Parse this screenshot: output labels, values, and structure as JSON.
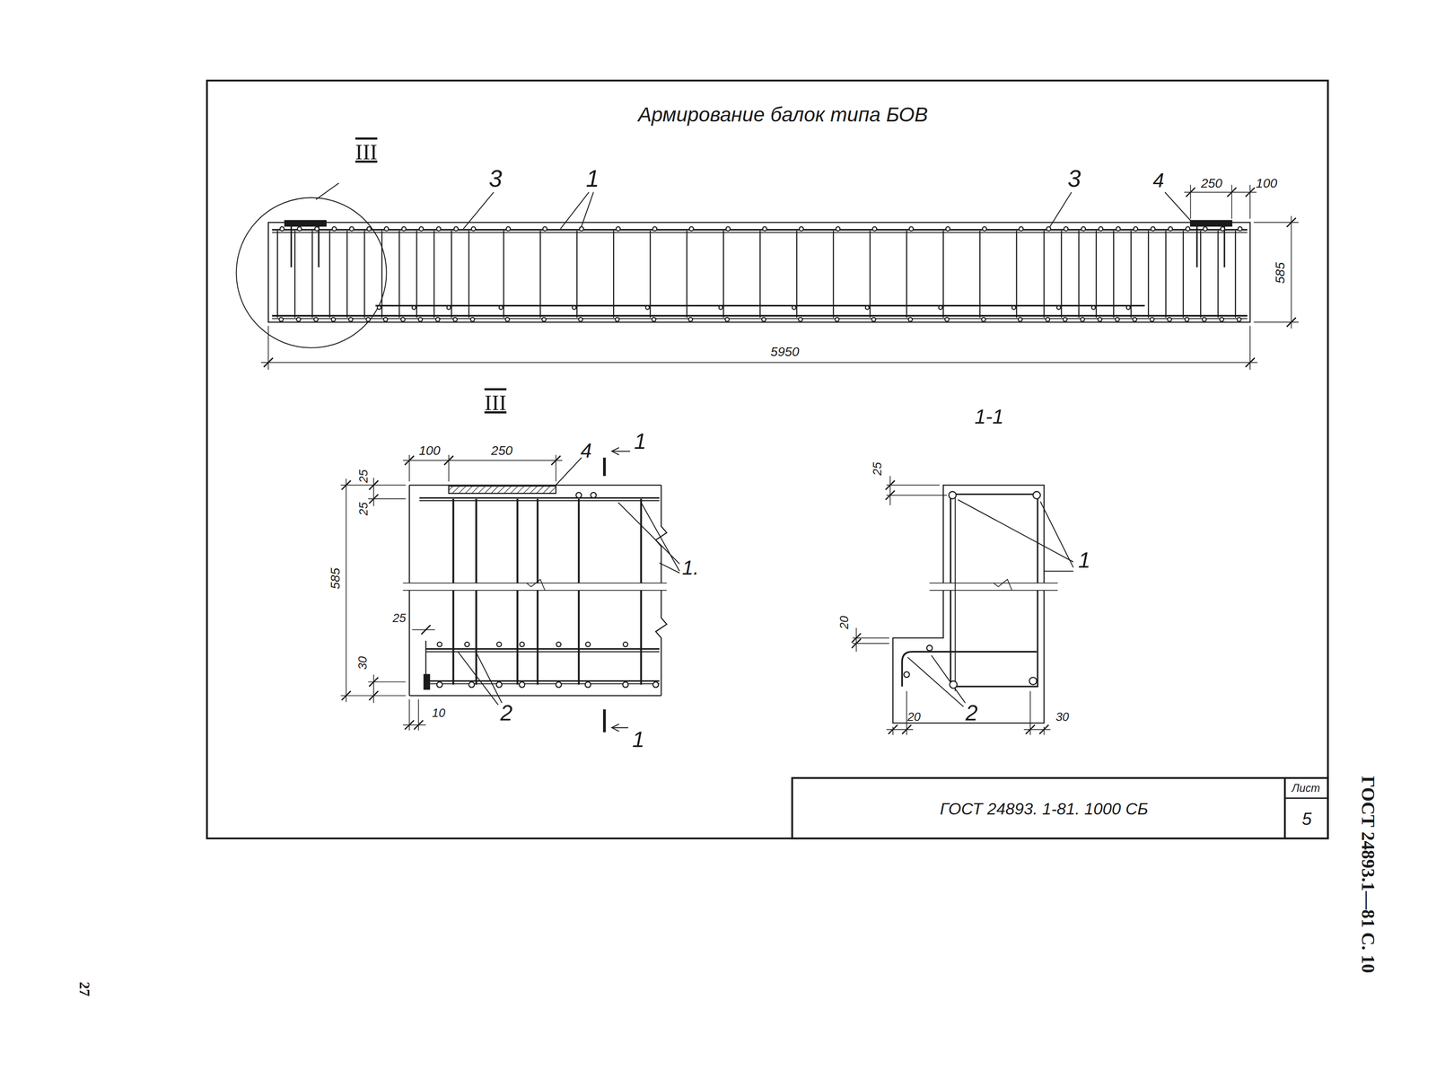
{
  "diagram": {
    "title": "Армирование балок типа БОВ",
    "labels": [
      "III",
      "3",
      "1",
      "3",
      "4",
      "250",
      "100",
      "585",
      "5950",
      "III",
      "100",
      "250",
      "4",
      "1",
      "25",
      "25",
      "585",
      "1.",
      "25",
      "30",
      "10",
      "2",
      "1",
      "1-1",
      "25",
      "1",
      "20",
      "20",
      "2",
      "30",
      "ГОСТ 24893. 1-81. 1000 СБ",
      "Лист",
      "5",
      "ГОСТ 24893.1—81 С. 10",
      "27"
    ]
  }
}
